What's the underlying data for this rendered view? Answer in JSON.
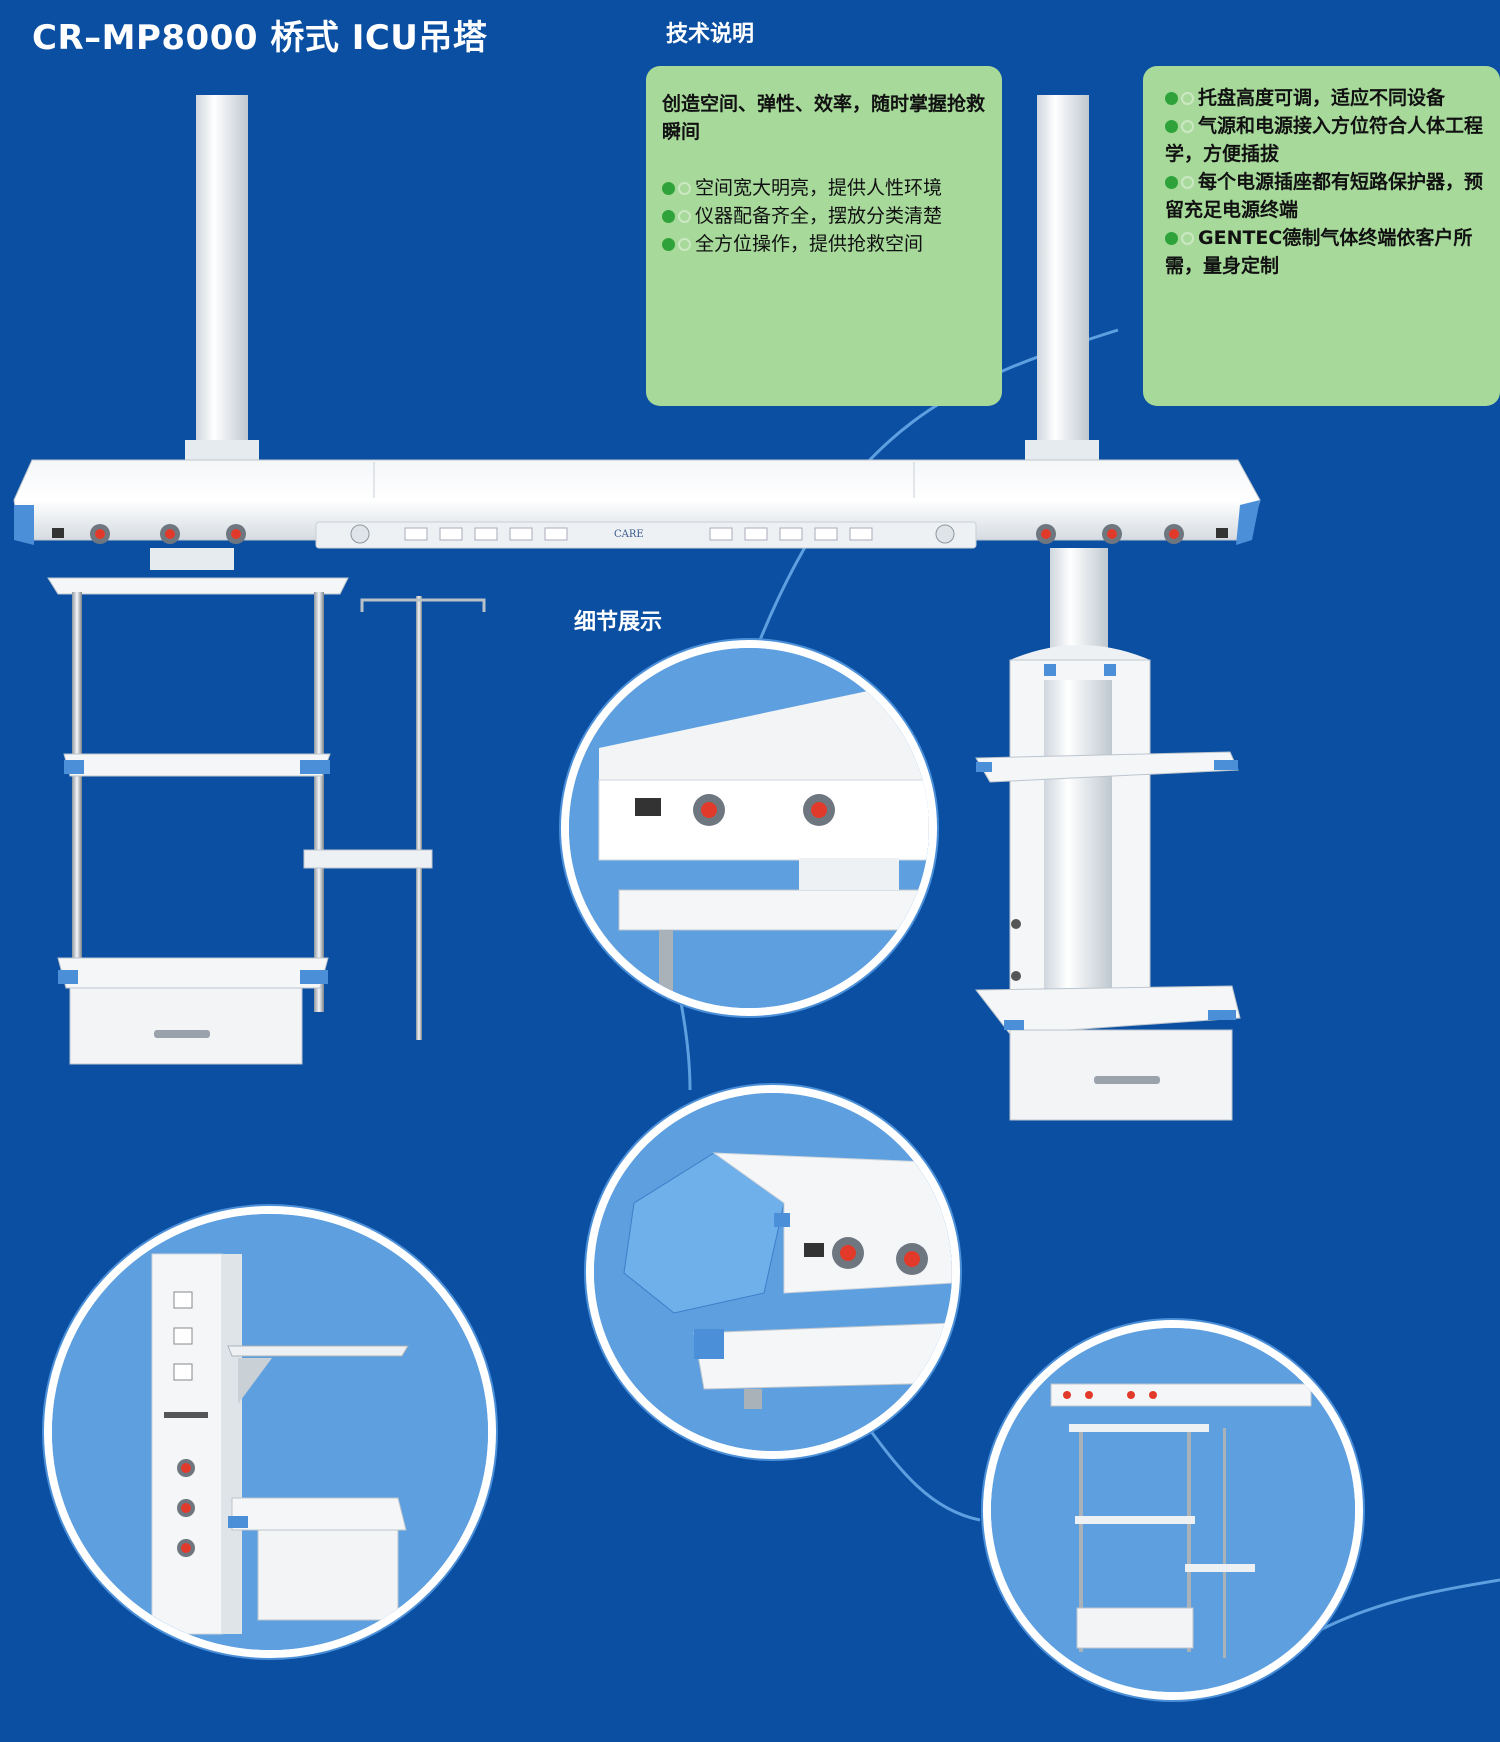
{
  "header": {
    "title": "CR–MP8000  桥式 ICU吊塔",
    "tech_label": "技术说明",
    "detail_label": "细节展示"
  },
  "box_left": {
    "heading": "创造空间、弹性、效率，随时掌握抢救瞬间",
    "items": [
      "空间宽大明亮，提供人性环境",
      "仪器配备齐全，摆放分类清楚",
      "全方位操作，提供抢救空间"
    ]
  },
  "box_right": {
    "items": [
      "托盘高度可调，适应不同设备",
      "气源和电源接入方位符合人体工程学，方便插拔",
      "每个电源插座都有短路保护器，预留充足电源终端",
      "GENTEC德制气体终端依客户所需，量身定制"
    ]
  },
  "beam": {
    "brand_text": "CARE"
  },
  "colors": {
    "background": "#0a4fa2",
    "box_green": "#a6d99a",
    "bullet_green": "#2fa33a",
    "circle_blue": "#5e9fe0",
    "accent_blue": "#4b8fd8",
    "gas_red": "#e23a2a"
  },
  "icons": {
    "bullet": "green-dot-icon",
    "socket": "power-socket-icon",
    "gas_outlet": "gas-outlet-icon"
  }
}
